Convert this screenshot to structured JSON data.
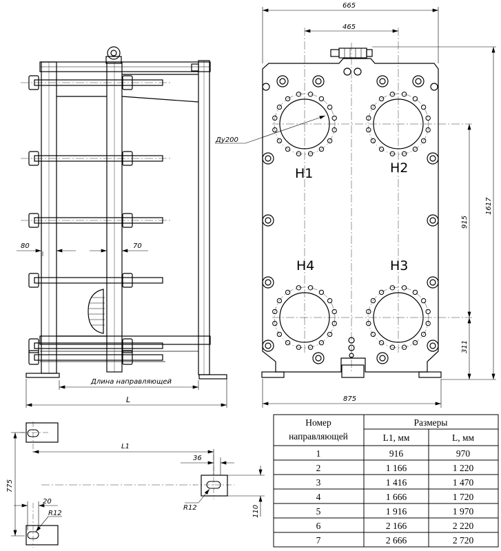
{
  "dimensions": {
    "overall_width_top": "665",
    "port_spacing": "465",
    "port_diameter": "Ду200",
    "height_total": "1617",
    "height_ports": "915",
    "height_bottom": "311",
    "base_width": "875",
    "tie_rod_offset_left": "80",
    "tie_rod_offset_right": "70",
    "guide_length": "Длина направляющей",
    "overall_length": "L",
    "guide_L1": "L1",
    "guide_width": "36",
    "guide_radius_right": "R12",
    "guide_height": "110",
    "guide_spacing": "775",
    "guide_left_width": "20",
    "guide_radius_left": "R12"
  },
  "ports": {
    "h1": "H1",
    "h2": "H2",
    "h3": "H3",
    "h4": "H4"
  },
  "table": {
    "header_col1_line1": "Номер",
    "header_col1_line2": "направляющей",
    "header_sizes": "Размеры",
    "header_l1": "L1, мм",
    "header_l": "L, мм",
    "rows": [
      {
        "n": "1",
        "l1": "916",
        "l": "970"
      },
      {
        "n": "2",
        "l1": "1 166",
        "l": "1 220"
      },
      {
        "n": "3",
        "l1": "1 416",
        "l": "1 470"
      },
      {
        "n": "4",
        "l1": "1 666",
        "l": "1 720"
      },
      {
        "n": "5",
        "l1": "1 916",
        "l": "1 970"
      },
      {
        "n": "6",
        "l1": "2 166",
        "l": "2 220"
      },
      {
        "n": "7",
        "l1": "2 666",
        "l": "2 720"
      }
    ]
  }
}
